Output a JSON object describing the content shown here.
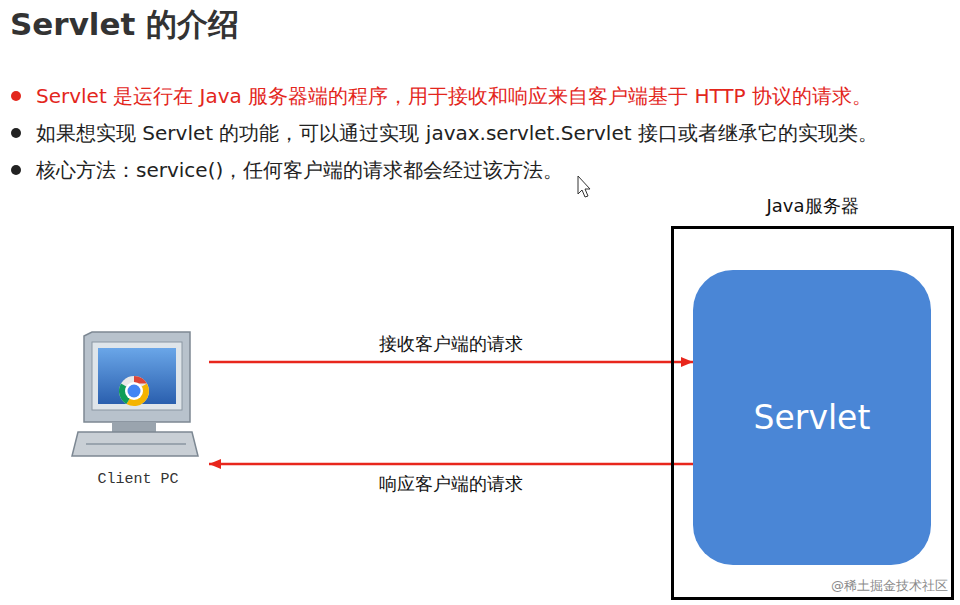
{
  "diagram": {
    "title": "Servlet 的介绍",
    "nodes": [
      {
        "text": [
          "Client PC"
        ]
      },
      {
        "text": [
          "Java服务器"
        ]
      },
      {
        "text": [
          "Servlet"
        ],
        "in": 1
      }
    ],
    "edges": [
      {
        "from": 0,
        "to": 2,
        "label": "接收客户端的请求",
        "arrow": "to"
      },
      {
        "from": 2,
        "to": 0,
        "label": "响应客户端的请求",
        "arrow": "to"
      }
    ],
    "labels": [
      "Servlet 是运行在 Java 服务器端的程序，用于接收和响应来自客户端基于 HTTP 协议的请求。",
      "如果想实现 Servlet 的功能，可以通过实现 javax.servlet.Servlet 接口或者继承它的实现类。",
      "核心方法：service()，任何客户端的请求都会经过该方法。",
      "@稀土掘金技术社区"
    ]
  }
}
